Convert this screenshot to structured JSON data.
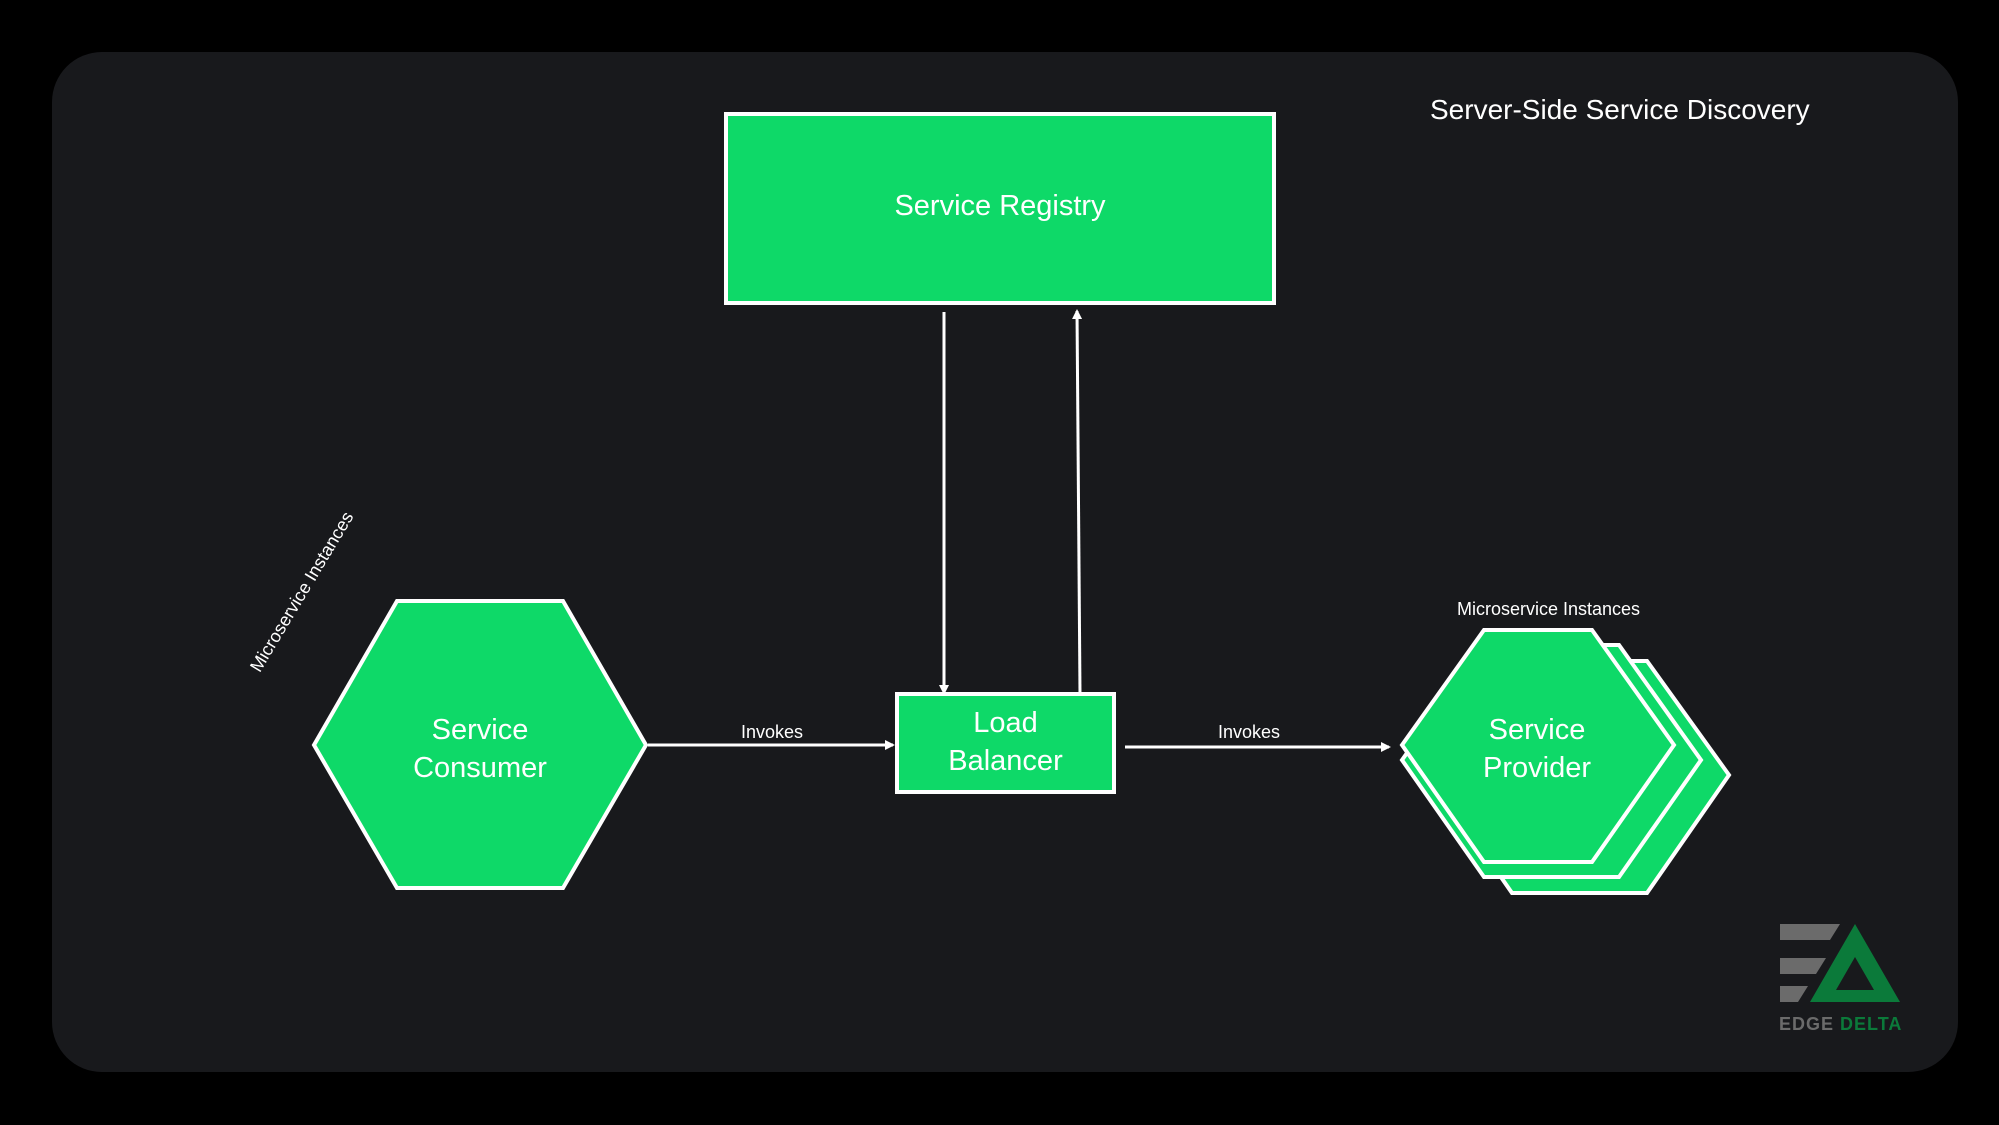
{
  "diagram": {
    "title": "Server-Side Service Discovery",
    "nodes": {
      "registry": {
        "label": "Service Registry"
      },
      "consumer": {
        "line1": "Service",
        "line2": "Consumer",
        "caption": "Microservice Instances"
      },
      "load_balancer": {
        "line1": "Load",
        "line2": "Balancer"
      },
      "provider": {
        "line1": "Service",
        "line2": "Provider",
        "caption": "Microservice Instances"
      }
    },
    "edges": {
      "consumer_to_lb": {
        "label": "Invokes"
      },
      "lb_to_provider": {
        "label": "Invokes"
      }
    },
    "brand": {
      "word1": "EDGE",
      "word2": "DELTA"
    }
  },
  "colors": {
    "background": "#000000",
    "canvas": "#18191c",
    "node_fill": "#0ed968",
    "node_stroke": "#ffffff",
    "text": "#ffffff",
    "logo_gray": "#6b6b6b",
    "logo_green": "#0b7a3a"
  }
}
